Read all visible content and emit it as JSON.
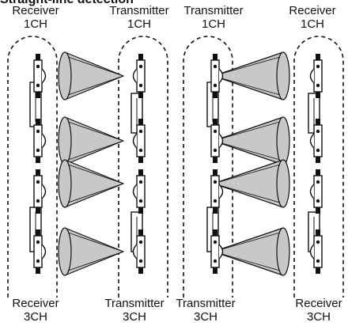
{
  "heading": "Straight-line detection",
  "labels": {
    "top": [
      {
        "role": "Receiver",
        "ch": "1CH"
      },
      {
        "role": "Transmitter",
        "ch": "1CH"
      },
      {
        "role": "Transmitter",
        "ch": "1CH"
      },
      {
        "role": "Receiver",
        "ch": "1CH"
      }
    ],
    "bottom": [
      {
        "role": "Receiver",
        "ch": "3CH"
      },
      {
        "role": "Transmitter",
        "ch": "3CH"
      },
      {
        "role": "Transmitter",
        "ch": "3CH"
      },
      {
        "role": "Receiver",
        "ch": "3CH"
      }
    ]
  },
  "colors": {
    "beam": "#c8c8c8",
    "line": "#111111"
  }
}
